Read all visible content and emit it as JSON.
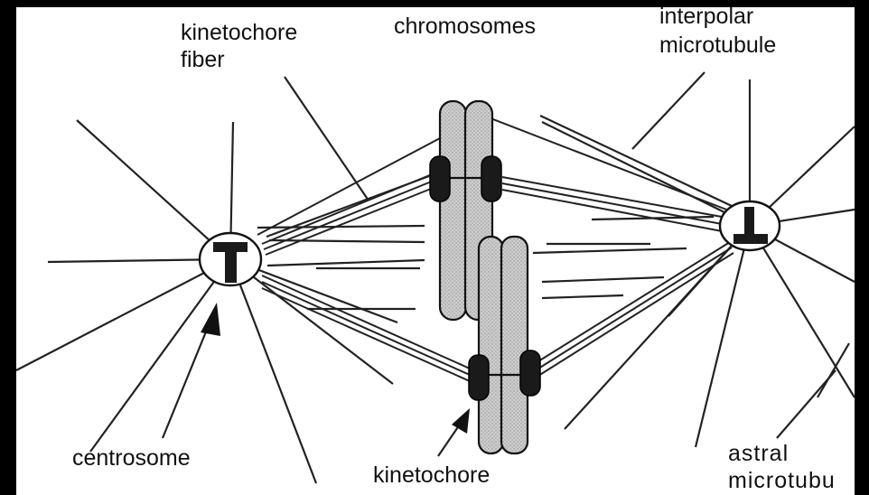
{
  "labels": {
    "kinetochore_fiber_line1": "kinetochore",
    "kinetochore_fiber_line2": "fiber",
    "chromosomes": "chromosomes",
    "interpolar_line1": "interpolar",
    "interpolar_line2": "microtubule",
    "centrosome": "centrosome",
    "kinetochore": "kinetochore",
    "astral_line1": "astral",
    "astral_line2": "microtubu"
  },
  "colors": {
    "background": "#ffffff",
    "frame": "#000000",
    "ink": "#111111",
    "chromosome_fill": "#c9c9c9",
    "kinetochore_fill": "#1a1a1a"
  }
}
